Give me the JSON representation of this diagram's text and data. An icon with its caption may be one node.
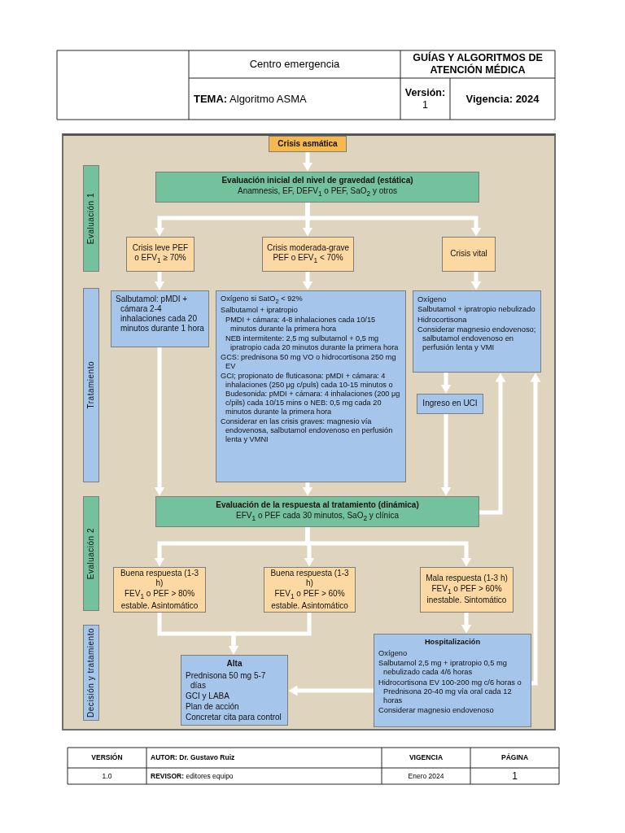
{
  "diagram": {
    "nodes": [
      {
        "text": [
          "Crisis asmática"
        ]
      },
      {
        "text": [
          "Evaluación 1"
        ]
      },
      {
        "text": [
          "Evaluación inicial del nivel de gravedad (estática)",
          "Anamnesis, EF, DEFV$_{1}$ o PEF, SaO$_{2}$ y otros"
        ]
      },
      {
        "text": [
          "Crisis leve PEF o EFV$_{1}$ ≥ 70%"
        ]
      },
      {
        "text": [
          "Crisis moderada-grave PEF o EFV$_{1}$ < 70%"
        ]
      },
      {
        "text": [
          "Crisis vital"
        ]
      },
      {
        "text": [
          "Tratamiento"
        ]
      },
      {
        "text": [
          "Salbutamol: pMDI + cámara 2-4 inhalaciones cada 20 minutos durante 1 hora"
        ]
      },
      {
        "text": [
          "Oxígeno si SatO$_{2}$ < 92%",
          "Salbutamol + ipratropio",
          "PMDI + cámara: 4-8 inhalaciones cada 10/15 minutos durante la primera hora",
          "NEB intermitente: 2,5 mg sulbutamol + 0,5 mg ipratropio cada 20 minutos durante la primera hora",
          "GCS: prednisona 50 mg VO o hidrocortisona 250 mg EV",
          "GCI; propionato de fluticasona: pMDI + cámara: 4 inhalaciones (250 μg c/puls) cada 10-15 minutos o Budesonida: pMDI + cámara: 4 inhalaciones (200 μg c/pils) cada 10/15 mins o NEB: 0,5 mg cada 20 minutos durante la primera hora",
          "Considerar en las crisis graves: magnesio vía endovenosa, salbutamol endovenoso en perfusión lenta y VMNI"
        ]
      },
      {
        "text": [
          "Oxígeno",
          "Salbutamol + ipratropio nebulizado",
          "Hidrocortisona",
          "Considerar magnesio endovenoso; salbutamol endovenoso en perfusión lenta y VMI"
        ]
      },
      {
        "text": [
          "Ingreso en UCI"
        ]
      },
      {
        "text": [
          "Evaluación 2"
        ]
      },
      {
        "text": [
          "Evaluación de la respuesta al tratamiento (dinámica)",
          "EFV$_{1}$ o PEF cada 30 minutos, SaO$_{2}$ y clínica"
        ]
      },
      {
        "text": [
          "Buena respuesta (1-3 h)",
          "FEV$_{1}$ o PEF > 80%",
          "estable. Asintomático"
        ]
      },
      {
        "text": [
          "Buena respuesta (1-3 h)",
          "FEV$_{1}$ o PEF > 60%",
          "estable. Asintomático"
        ]
      },
      {
        "text": [
          "Mala respuesta (1-3 h)",
          "FEV$_{1}$ o PEF > 60%",
          "inestable. Sintomático"
        ]
      },
      {
        "text": [
          "Decisión y tratamiento"
        ]
      },
      {
        "text": [
          "Alta",
          "Prednisona 50 mg 5-7 días",
          "GCI y LABA",
          "Plan de acción",
          "Concretar cita para control"
        ]
      },
      {
        "text": [
          "Hospitalización",
          "Oxígeno",
          "Salbutamol 2,5 mg + ipratropio 0,5 mg nebulizado cada 4/6 horas",
          "Hidrocortisona EV 100-200 mg c/6 horas o Prednisona 20-40 mg vía oral cada 12 horas",
          "Considerar magnesio endovenoso"
        ]
      }
    ],
    "edges": [
      {
        "from": 0,
        "to": 2,
        "arrow": "to"
      },
      {
        "from": 2,
        "to": 3,
        "arrow": "to"
      },
      {
        "from": 2,
        "to": 4,
        "arrow": "to"
      },
      {
        "from": 2,
        "to": 5,
        "arrow": "to"
      },
      {
        "from": 3,
        "to": 7,
        "arrow": "to"
      },
      {
        "from": 4,
        "to": 8,
        "arrow": "to"
      },
      {
        "from": 5,
        "to": 9,
        "arrow": "to"
      },
      {
        "from": 7,
        "to": 12,
        "arrow": "to"
      },
      {
        "from": 8,
        "to": 12,
        "arrow": "to"
      },
      {
        "from": 9,
        "to": 10,
        "arrow": "to"
      },
      {
        "from": 10,
        "to": 12,
        "arrow": "to"
      },
      {
        "from": 12,
        "to": 9,
        "arrow": "to"
      },
      {
        "from": 12,
        "to": 13,
        "arrow": "to"
      },
      {
        "from": 12,
        "to": 14,
        "arrow": "to"
      },
      {
        "from": 12,
        "to": 15,
        "arrow": "to"
      },
      {
        "from": 13,
        "to": 17,
        "arrow": "to"
      },
      {
        "from": 14,
        "to": 17,
        "arrow": "to"
      },
      {
        "from": 15,
        "to": 18,
        "arrow": "to"
      },
      {
        "from": 18,
        "to": 17,
        "arrow": "to"
      },
      {
        "from": 18,
        "to": 9,
        "arrow": "to"
      }
    ],
    "labels": [
      "Centro emergencia",
      "GUÍAS Y ALGORITMOS DE ATENCIÓN MÉDICA",
      "**TEMA:** Algoritmo ASMA",
      "**Versión:** 1",
      "Vigencia: 2024",
      "VERSIÓN",
      "AUTOR: Dr. Gustavo Ruiz",
      "VIGENCIA",
      "PÁGINA",
      "1.0",
      "**REVISOR:** editores equipo",
      "Enero 2024",
      "1"
    ]
  }
}
